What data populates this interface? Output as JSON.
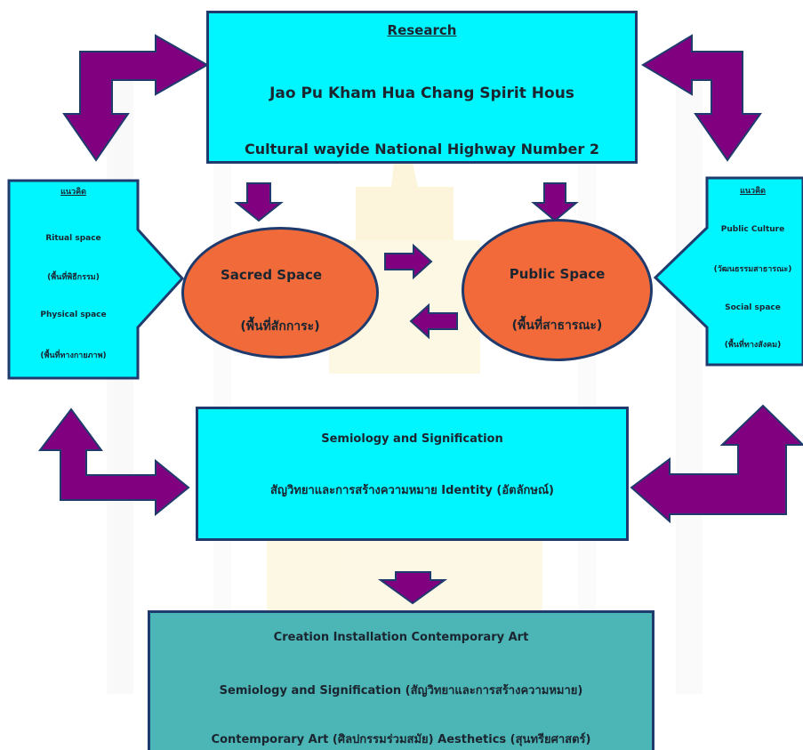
{
  "research": {
    "heading": "Research",
    "line1": "Jao Pu Kham Hua Chang Spirit Hous",
    "line2": "Cultural wayide National Highway Number 2"
  },
  "left_concept": {
    "heading": "แนวคิด",
    "item1": "Ritual space",
    "item1_th": "(พื้นที่พิธีกรรม)",
    "item2": "Physical space",
    "item2_th": "(พื้นที่ทางกายภาพ)"
  },
  "right_concept": {
    "heading": "แนวคิด",
    "item1": "Public Culture",
    "item1_th": "(วัฒนธรรมสาธารณะ)",
    "item2": "Social space",
    "item2_th": "(พื้นที่ทางสังคม)"
  },
  "sacred": {
    "label": "Sacred Space",
    "label_th": "(พื้นที่สักการะ)"
  },
  "public": {
    "label": "Public Space",
    "label_th": "(พื้นที่สาธารณะ)"
  },
  "semiology": {
    "line1": "Semiology and Signification",
    "line2": "สัญวิทยาและการสร้างความหมาย  Identity (อัตลักษณ์)"
  },
  "creation": {
    "line1": "Creation Installation Contemporary Art",
    "line2": "Semiology and Signification (สัญวิทยาและการสร้างความหมาย)",
    "line3": "Contemporary Art (ศิลปกรรมร่วมสมัย) Aesthetics (สุนทรียศาสตร์)"
  },
  "colors": {
    "arrow": "#800080",
    "box_cyan": "#00f6ff",
    "box_teal": "#4cb5b5",
    "ellipse": "#f06a3a",
    "border": "#1f3b6e"
  }
}
